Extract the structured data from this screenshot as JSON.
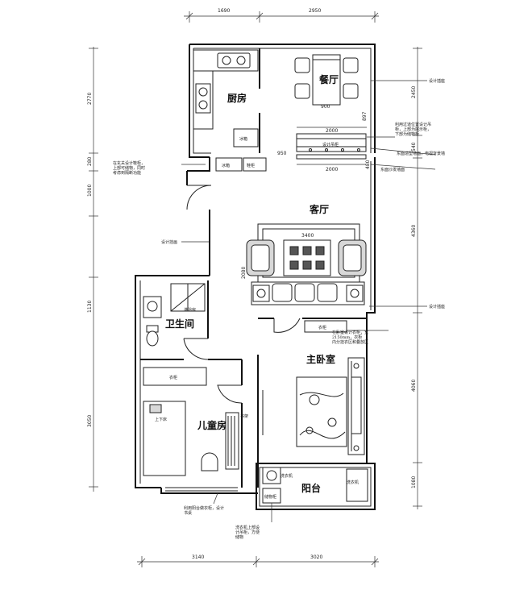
{
  "rooms": {
    "dining": "餐厅",
    "kitchen": "厨房",
    "living": "客厅",
    "bathroom": "卫生间",
    "master_bedroom": "主卧室",
    "kids_room": "儿童房",
    "balcony": "阳台"
  },
  "dimensions": {
    "top_left": "1690",
    "top_right": "2950",
    "bottom_left": "3140",
    "bottom_right": "3020",
    "left_1": "2770",
    "left_2": "280",
    "left_3": "1000",
    "left_4": "1130",
    "left_5": "3050",
    "right_1": "2450",
    "right_2": "540",
    "right_3": "4360",
    "right_4": "4060",
    "right_5": "1080",
    "table_width": "900",
    "table_depth": "897",
    "cabinet_width": "2000",
    "tv_wall_width": "2000",
    "opening_950": "950",
    "sofa_area_width": "3400",
    "sofa_area_depth": "2080",
    "small_480": "480"
  },
  "labels": {
    "fridge": "冰箱",
    "design_cabinet": "设计吊柜",
    "refrigerator": "冰箱",
    "shoe_cabinet": "鞋柜",
    "wardrobe_living": "衣柜",
    "shower": "淋浴房",
    "wardrobe_kids": "衣柜",
    "bed_kids": "上下床",
    "desk": "书架",
    "wardrobe_master": "衣柜",
    "washer": "洗衣机",
    "balcony_cabinet": "储物柜",
    "washer_upper": "洗衣机"
  },
  "notes": {
    "dining_right": "设计插座",
    "dining_cabinet": "利用过道位置设计吊柜，上部为展示柜，下部为储物柜",
    "right_a": "东面造型墙面，电视背景墙",
    "right_b": "东面沙发墙面",
    "entry_left": "在玄关设计鞋柜，上部可储物，同时考虑到隔断功能",
    "living_left": "设计挂画",
    "living_right": "设计插座",
    "master_right": "在卧室设计衣柜，宽2150mm，衣柜内分挂衣区和叠放区",
    "kids_bottom": "利用阳台做衣柜，设计书桌",
    "balcony_bottom": "洗衣机上部设计吊柜，方便储物"
  }
}
